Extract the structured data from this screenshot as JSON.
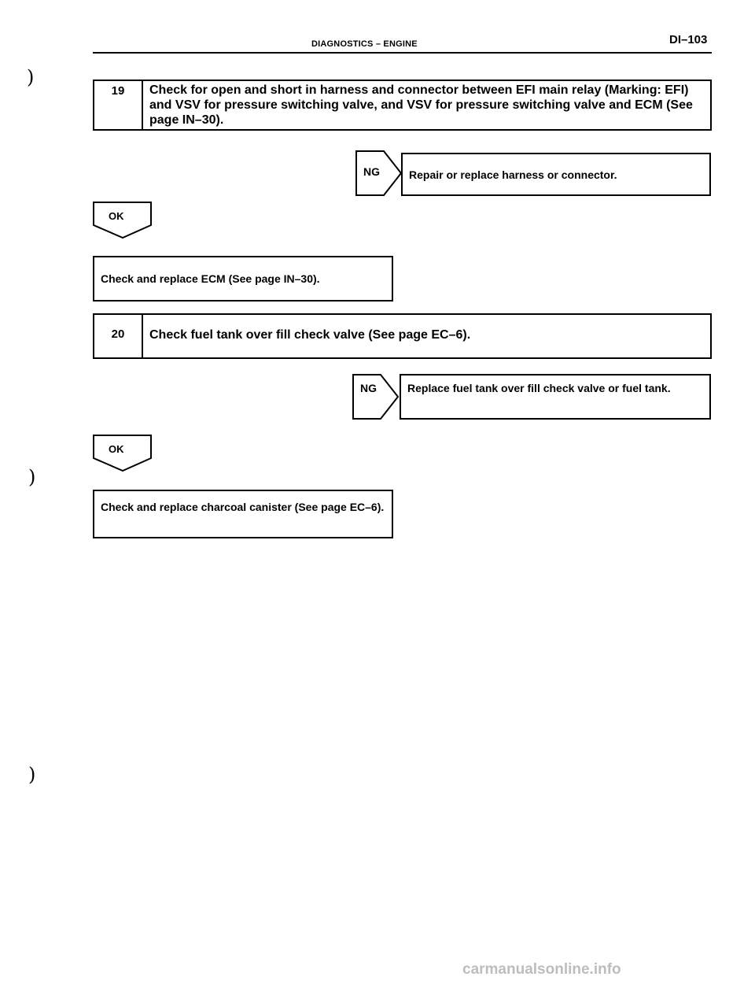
{
  "header": {
    "title": "DIAGNOSTICS  –  ENGINE",
    "page": "DI–103"
  },
  "steps": [
    {
      "number": "19",
      "title": "Check for open and short in harness and connector between EFI main relay (Marking: EFI) and VSV for pressure switching valve, and VSV for pressure switching valve and ECM (See page IN–30).",
      "ng_label": "NG",
      "ng_action": "Repair or replace harness or connector.",
      "ok_label": "OK",
      "ok_action": "Check and replace ECM (See page IN–30)."
    },
    {
      "number": "20",
      "title": "Check fuel tank over fill check valve (See page EC–6).",
      "ng_label": "NG",
      "ng_action": "Replace fuel tank over fill check valve or fuel tank.",
      "ok_label": "OK",
      "ok_action": "Check and replace charcoal canister (See page EC–6)."
    }
  ],
  "footer": {
    "watermark": "carmanualsonline.info"
  }
}
